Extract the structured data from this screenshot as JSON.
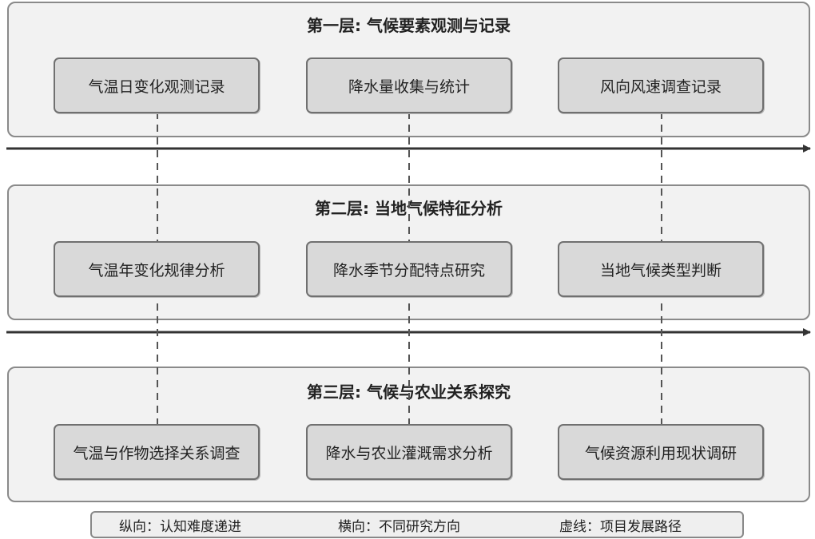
{
  "layers": [
    {
      "title": "第一层: 气候要素观测与记录",
      "nodes": [
        "气温日变化观测记录",
        "降水量收集与统计",
        "风向风速调查记录"
      ]
    },
    {
      "title": "第二层: 当地气候特征分析",
      "nodes": [
        "气温年变化规律分析",
        "降水季节分配特点研究",
        "当地气候类型判断"
      ]
    },
    {
      "title": "第三层: 气候与农业关系探究",
      "nodes": [
        "气温与作物选择关系调查",
        "降水与农业灌溉需求分析",
        "气候资源利用现状调研"
      ]
    }
  ],
  "legend": {
    "vertical": "纵向：认知难度递进",
    "horizontal": "横向：不同研究方向",
    "dashed": "虚线：项目发展路径"
  }
}
